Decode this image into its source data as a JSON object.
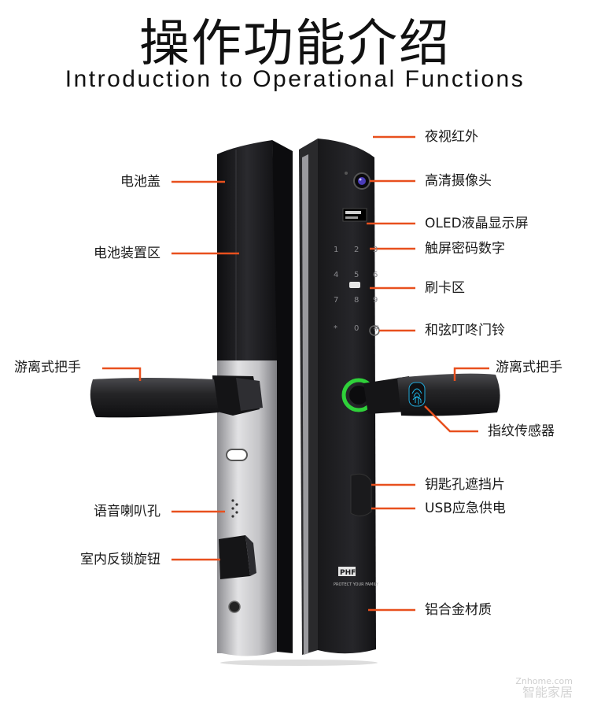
{
  "header": {
    "title_cn": "操作功能介绍",
    "title_en": "Introduction to Operational Functions"
  },
  "labels_left": {
    "battery_cover": "电池盖",
    "battery_area": "电池装置区",
    "handle_left": "游离式把手",
    "speaker_hole": "语音喇叭孔",
    "indoor_knob": "室内反锁旋钮"
  },
  "labels_right": {
    "night_ir": "夜视红外",
    "hd_camera": "高清摄像头",
    "oled": "OLED液晶显示屏",
    "touch_keys": "触屏密码数字",
    "card_area": "刷卡区",
    "doorbell": "和弦叮咚门铃",
    "handle_right": "游离式把手",
    "fingerprint": "指纹传感器",
    "keyhole_cover": "钥匙孔遮挡片",
    "usb": "USB应急供电",
    "alloy": "铝合金材质"
  },
  "keypad": [
    "1",
    "2",
    "3",
    "4",
    "5",
    "6",
    "7",
    "8",
    "9",
    "*",
    "0",
    "#"
  ],
  "brand": {
    "logo": "PHF",
    "slogan": "PROTECT YOUR FAMILY"
  },
  "watermark": {
    "site": "Znhome.com",
    "name": "智能家居"
  },
  "colors": {
    "leader": "#e8501e",
    "ring": "#2fd13a",
    "body_dark": "#1c1c1e",
    "steel": "#b9b9bc"
  }
}
